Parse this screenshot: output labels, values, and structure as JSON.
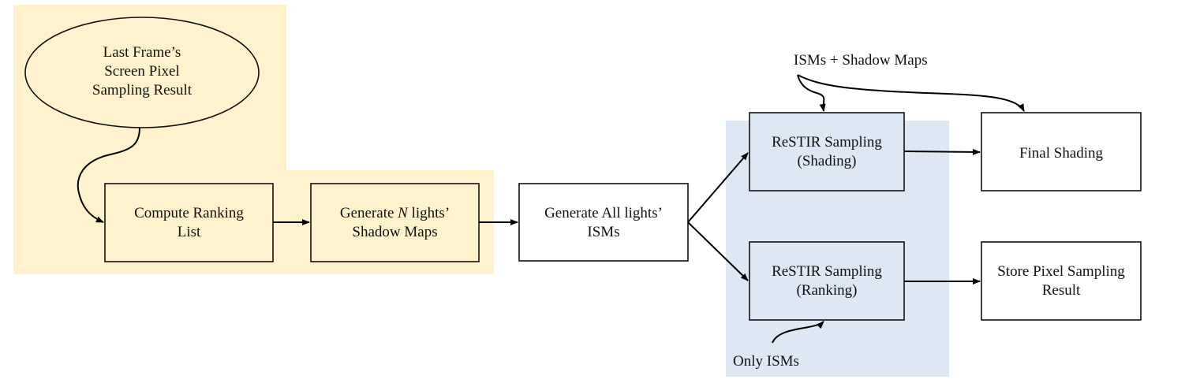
{
  "diagram": {
    "colors": {
      "yellow_region": "#FFF2CC",
      "blue_region": "#DEE8F4",
      "box_stroke": "#111111",
      "arrow": "#000000",
      "white_box": "#FFFFFF"
    },
    "nodes": {
      "last_frame": {
        "lines": [
          "Last Frame’s",
          "Screen Pixel",
          "Sampling Result"
        ],
        "shape": "ellipse"
      },
      "compute_ranking": {
        "lines": [
          "Compute Ranking",
          "List"
        ]
      },
      "generate_n": {
        "line1_prefix": "Generate ",
        "line1_italic": "N",
        "line1_suffix": " lights’",
        "line2": "Shadow Maps"
      },
      "generate_all": {
        "lines": [
          "Generate All lights’",
          "ISMs"
        ]
      },
      "restir_shading": {
        "lines": [
          "ReSTIR Sampling",
          "(Shading)"
        ]
      },
      "final_shading": {
        "lines": [
          "Final Shading"
        ]
      },
      "restir_ranking": {
        "lines": [
          "ReSTIR Sampling",
          "(Ranking)"
        ]
      },
      "store_pixel": {
        "lines": [
          "Store Pixel Sampling",
          "Result"
        ]
      }
    },
    "annotations": {
      "ism_shadow": "ISMs + Shadow Maps",
      "only_ism": "Only ISMs"
    },
    "edges": [
      {
        "from": "last_frame",
        "to": "compute_ranking"
      },
      {
        "from": "compute_ranking",
        "to": "generate_n"
      },
      {
        "from": "generate_n",
        "to": "generate_all"
      },
      {
        "from": "generate_all",
        "to": "restir_shading"
      },
      {
        "from": "generate_all",
        "to": "restir_ranking"
      },
      {
        "from": "restir_shading",
        "to": "final_shading"
      },
      {
        "from": "restir_ranking",
        "to": "store_pixel"
      },
      {
        "from": "ism_shadow",
        "to": "restir_shading"
      },
      {
        "from": "ism_shadow",
        "to": "final_shading"
      },
      {
        "from": "only_ism",
        "to": "restir_ranking"
      }
    ]
  }
}
